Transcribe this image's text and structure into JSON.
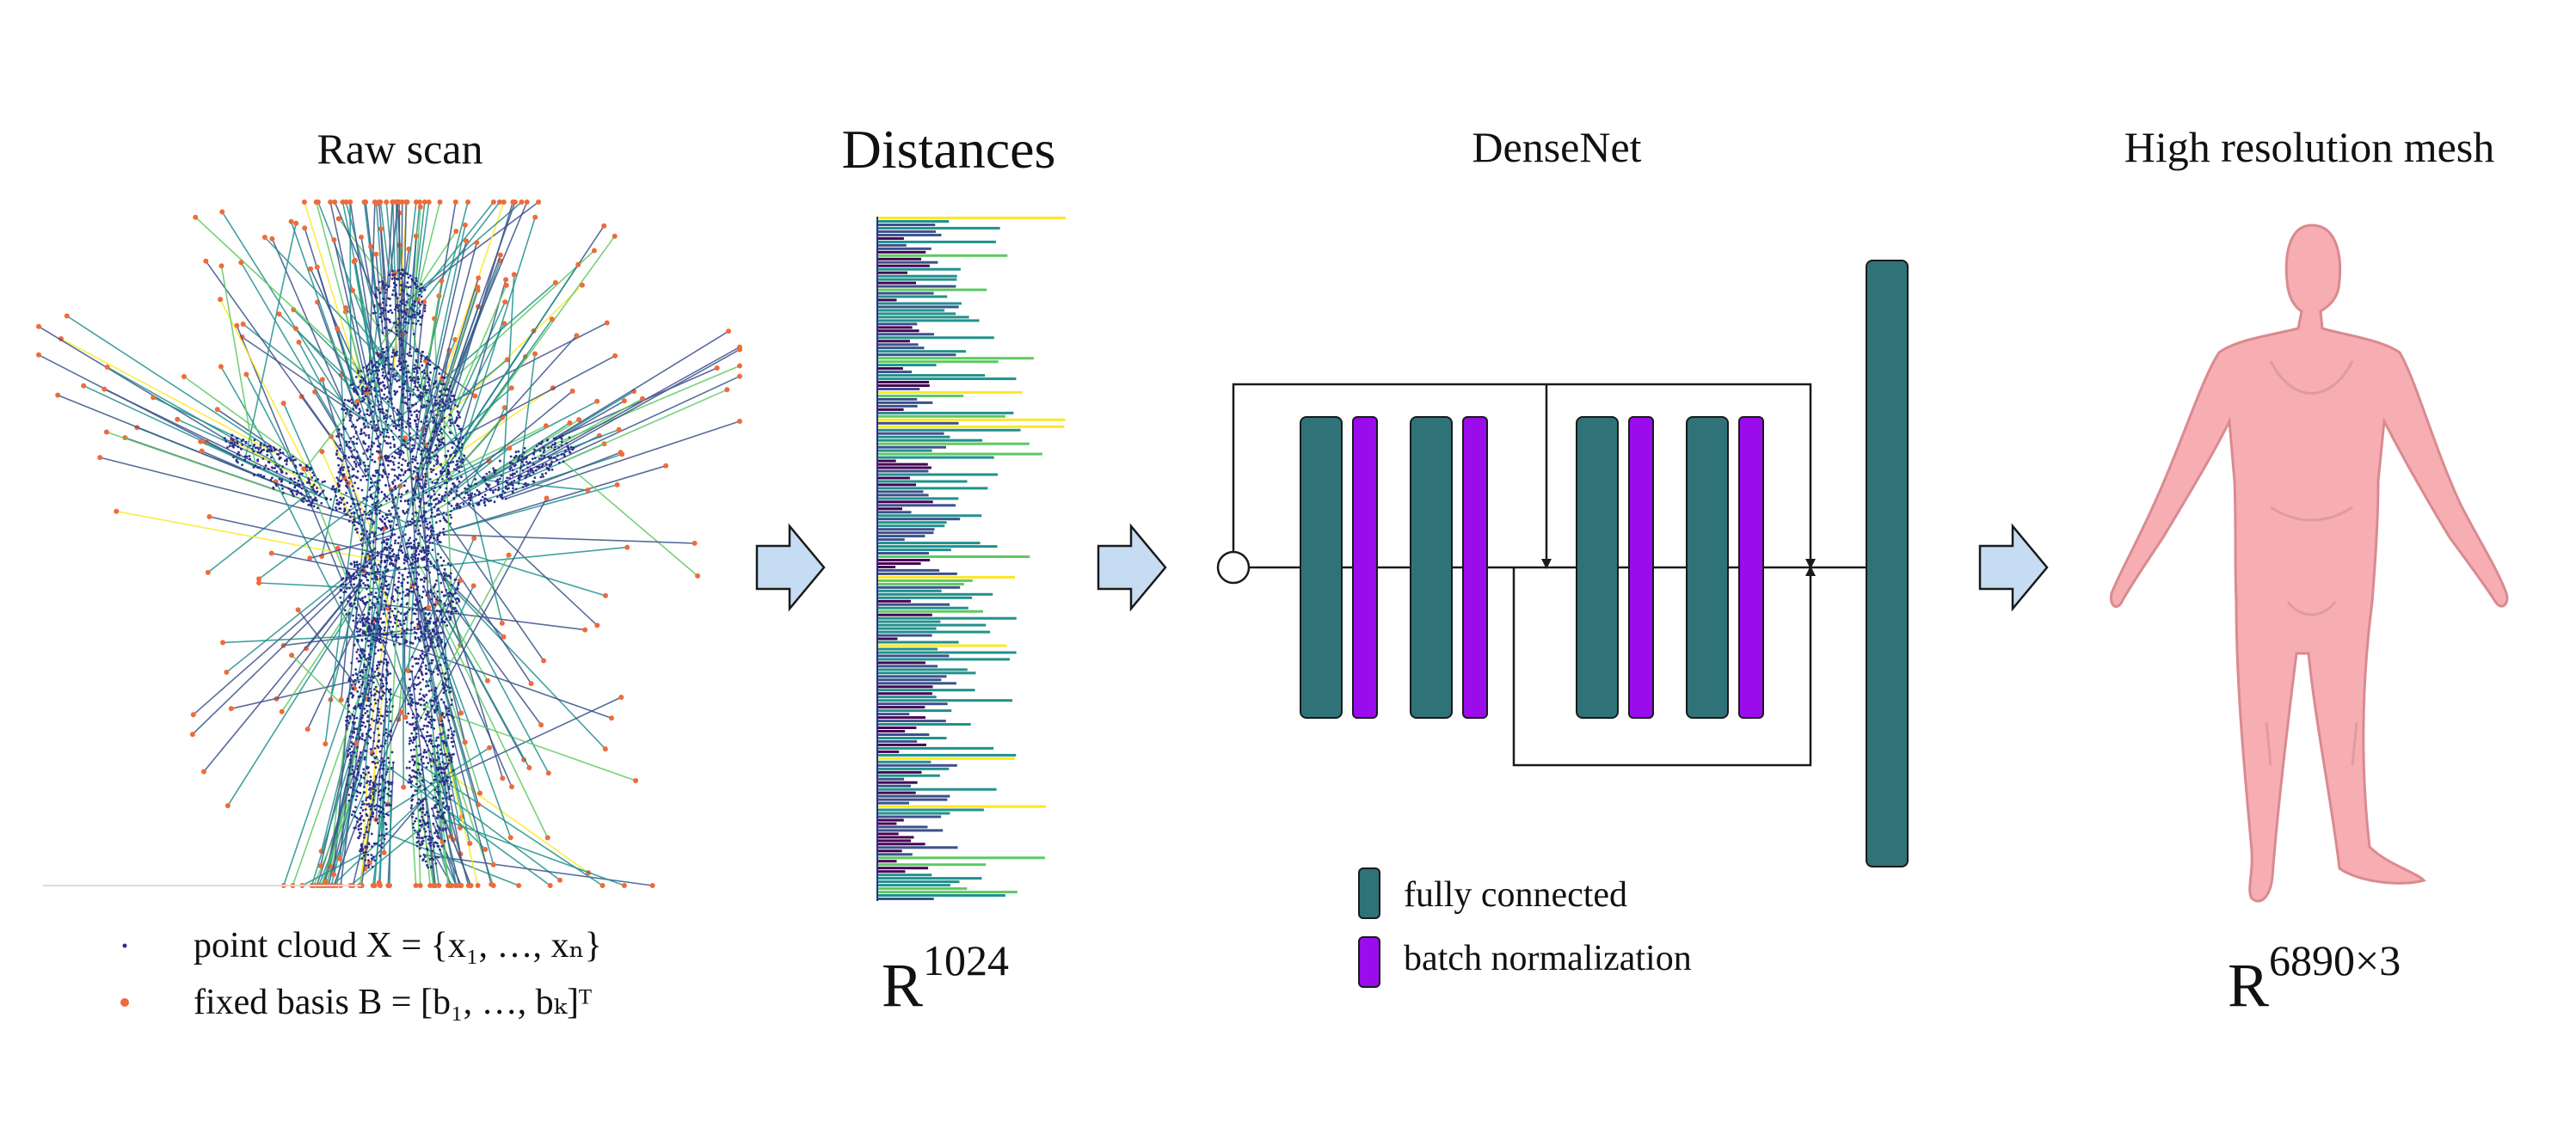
{
  "colors": {
    "fc": "#2f7379",
    "bn": "#9b0ced",
    "arrow_fill": "#c6dcf2",
    "skin": "#f6aeb2",
    "skin_dark": "#d98a90",
    "point": "#2b2f8c",
    "basis": "#ef6b3a",
    "viridis": [
      "#440154",
      "#3b528b",
      "#21918c",
      "#5ec962",
      "#fde725"
    ]
  },
  "panels": {
    "raw_scan": {
      "title": "Raw scan",
      "legend_point_cloud": "point cloud X = {x₁, …, xₙ}",
      "legend_fixed_basis": "fixed basis B = [b₁, …, bₖ]ᵀ"
    },
    "distances": {
      "title": "Distances",
      "space_base": "R",
      "space_exp": "1024"
    },
    "densenet": {
      "title": "DenseNet",
      "legend_fc": "fully connected",
      "legend_bn": "batch normalization"
    },
    "mesh": {
      "title": "High resolution mesh",
      "space_base": "R",
      "space_exp": "6890×3"
    }
  }
}
